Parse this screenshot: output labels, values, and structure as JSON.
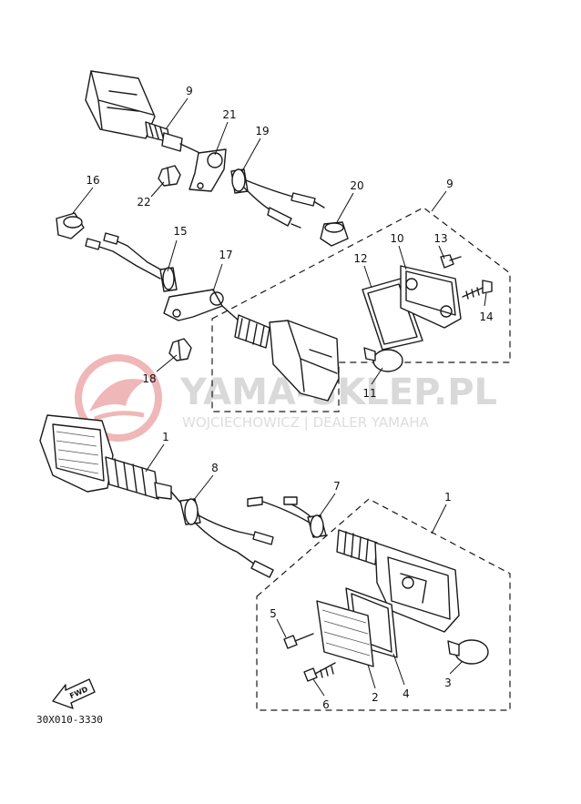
{
  "watermark": {
    "title": "YAMA-SKLEP.PL",
    "subtitle": "WOJCIECHOWICZ | DEALER YAMAHA",
    "logo_color": "#e8a3a3",
    "text_color": "#d9d9d9"
  },
  "fwd_label": "FWD",
  "diagram_code": "30X010-3330",
  "labels": {
    "l1a": "1",
    "l1b": "1",
    "l2": "2",
    "l3": "3",
    "l4": "4",
    "l5": "5",
    "l6": "6",
    "l7": "7",
    "l8": "8",
    "l9a": "9",
    "l9b": "9",
    "l10": "10",
    "l11": "11",
    "l12": "12",
    "l13": "13",
    "l14": "14",
    "l15": "15",
    "l16": "16",
    "l17": "17",
    "l18": "18",
    "l19": "19",
    "l20": "20",
    "l21": "21",
    "l22": "22"
  }
}
